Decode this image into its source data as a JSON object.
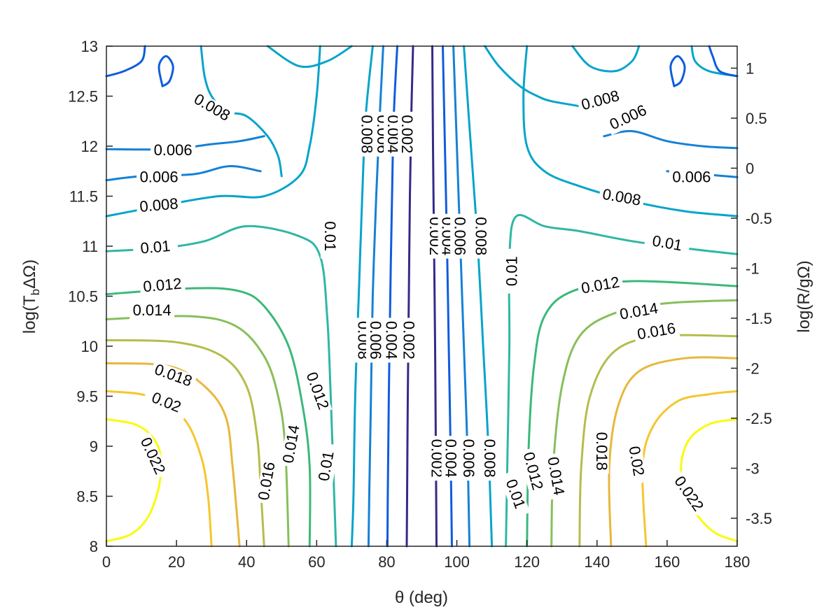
{
  "chart_data": {
    "type": "contour",
    "title": "",
    "xlabel": "θ (deg)",
    "ylabel_left": "log(T_bΔΩ)",
    "ylabel_right": "log(R/gΩ)",
    "xlim": [
      0,
      180
    ],
    "ylim_left": [
      8,
      13
    ],
    "ylim_right": [
      -3.78,
      1.22
    ],
    "x_ticks": [
      "0",
      "20",
      "40",
      "60",
      "80",
      "100",
      "120",
      "140",
      "160",
      "180"
    ],
    "y_ticks_left": [
      "8",
      "8.5",
      "9",
      "9.5",
      "10",
      "10.5",
      "11",
      "11.5",
      "12",
      "12.5",
      "13"
    ],
    "y_ticks_right": [
      "-3.5",
      "-3",
      "-2.5",
      "-2",
      "-1.5",
      "-1",
      "-0.5",
      "0",
      "0.5",
      "1"
    ],
    "colormap": "parula",
    "grid": false,
    "levels": [
      0.002,
      0.004,
      0.006,
      0.008,
      0.01,
      0.012,
      0.014,
      0.016,
      0.018,
      0.02,
      0.022
    ],
    "level_colors": {
      "0.002": "#352a87",
      "0.004": "#0f5cdd",
      "0.006": "#1481d6",
      "0.008": "#06a4ca",
      "0.01": "#2eb7a4",
      "0.012": "#3bb87a",
      "0.014": "#87bf5b",
      "0.016": "#b4bd4c",
      "0.018": "#e8b73c",
      "0.02": "#f5c62f",
      "0.022": "#f9fb0e"
    },
    "contour_labels": [
      {
        "text": "0.008",
        "x": 30,
        "y": 12.38
      },
      {
        "text": "0.006",
        "x": 19,
        "y": 11.95
      },
      {
        "text": "0.006",
        "x": 15,
        "y": 11.68
      },
      {
        "text": "0.008",
        "x": 15,
        "y": 11.4
      },
      {
        "text": "0.01",
        "x": 14,
        "y": 10.98
      },
      {
        "text": "0.012",
        "x": 16,
        "y": 10.6
      },
      {
        "text": "0.014",
        "x": 13,
        "y": 10.35
      },
      {
        "text": "0.018",
        "x": 19,
        "y": 9.7
      },
      {
        "text": "0.02",
        "x": 17,
        "y": 9.43
      },
      {
        "text": "0.022",
        "x": 13,
        "y": 8.9
      },
      {
        "text": "0.016",
        "x": 46,
        "y": 8.65
      },
      {
        "text": "0.014",
        "x": 53,
        "y": 9.02
      },
      {
        "text": "0.012",
        "x": 60,
        "y": 9.55
      },
      {
        "text": "0.01",
        "x": 63,
        "y": 8.8
      },
      {
        "text": "0.01",
        "x": 63.5,
        "y": 11.1
      },
      {
        "text": "0.008",
        "x": 74,
        "y": 12.12
      },
      {
        "text": "0.006",
        "x": 78.5,
        "y": 12.12
      },
      {
        "text": "0.004",
        "x": 81.5,
        "y": 12.12
      },
      {
        "text": "0.002",
        "x": 85.5,
        "y": 12.12
      },
      {
        "text": "0.008",
        "x": 73,
        "y": 10.06
      },
      {
        "text": "0.006",
        "x": 76.5,
        "y": 10.06
      },
      {
        "text": "0.004",
        "x": 81,
        "y": 10.06
      },
      {
        "text": "0.002",
        "x": 86,
        "y": 10.06
      },
      {
        "text": "0.002",
        "x": 93.5,
        "y": 11.1
      },
      {
        "text": "0.004",
        "x": 97,
        "y": 11.1
      },
      {
        "text": "0.006",
        "x": 100.5,
        "y": 11.1
      },
      {
        "text": "0.008",
        "x": 106.5,
        "y": 11.1
      },
      {
        "text": "0.01",
        "x": 116,
        "y": 10.75
      },
      {
        "text": "0.002",
        "x": 94,
        "y": 8.88
      },
      {
        "text": "0.004",
        "x": 98,
        "y": 8.88
      },
      {
        "text": "0.006",
        "x": 103,
        "y": 8.88
      },
      {
        "text": "0.008",
        "x": 109,
        "y": 8.88
      },
      {
        "text": "0.012",
        "x": 121.5,
        "y": 8.75
      },
      {
        "text": "0.01",
        "x": 116.5,
        "y": 8.52
      },
      {
        "text": "0.014",
        "x": 128,
        "y": 8.7
      },
      {
        "text": "0.018",
        "x": 141,
        "y": 8.95
      },
      {
        "text": "0.02",
        "x": 151,
        "y": 8.85
      },
      {
        "text": "0.022",
        "x": 166,
        "y": 8.52
      },
      {
        "text": "0.016",
        "x": 157,
        "y": 10.14
      },
      {
        "text": "0.014",
        "x": 152,
        "y": 10.34
      },
      {
        "text": "0.012",
        "x": 141,
        "y": 10.6
      },
      {
        "text": "0.01",
        "x": 160,
        "y": 11.02
      },
      {
        "text": "0.008",
        "x": 147,
        "y": 11.48
      },
      {
        "text": "0.006",
        "x": 167,
        "y": 11.68
      },
      {
        "text": "0.008",
        "x": 141,
        "y": 12.45
      },
      {
        "text": "0.006",
        "x": 149,
        "y": 12.28
      }
    ]
  }
}
